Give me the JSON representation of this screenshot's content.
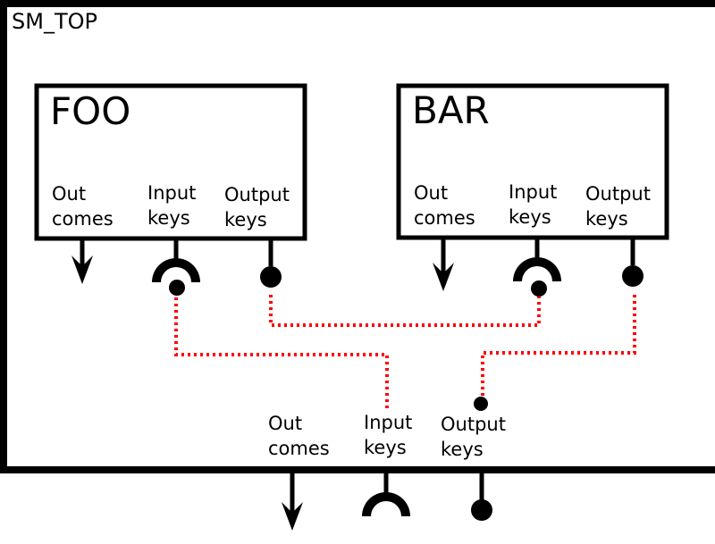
{
  "top": {
    "title": "SM_TOP"
  },
  "foo": {
    "title": "FOO",
    "outcomes": [
      "Out",
      "comes"
    ],
    "input_keys": [
      "Input",
      "keys"
    ],
    "output_keys": [
      "Output",
      "keys"
    ]
  },
  "bar": {
    "title": "BAR",
    "outcomes": [
      "Out",
      "comes"
    ],
    "input_keys": [
      "Input",
      "keys"
    ],
    "output_keys": [
      "Output",
      "keys"
    ]
  },
  "top_ports": {
    "outcomes": [
      "Out",
      "comes"
    ],
    "input_keys": [
      "Input",
      "keys"
    ],
    "output_keys": [
      "Output",
      "keys"
    ]
  },
  "colors": {
    "stroke": "#000000",
    "connection": "#ff0000",
    "background": "#ffffff"
  }
}
